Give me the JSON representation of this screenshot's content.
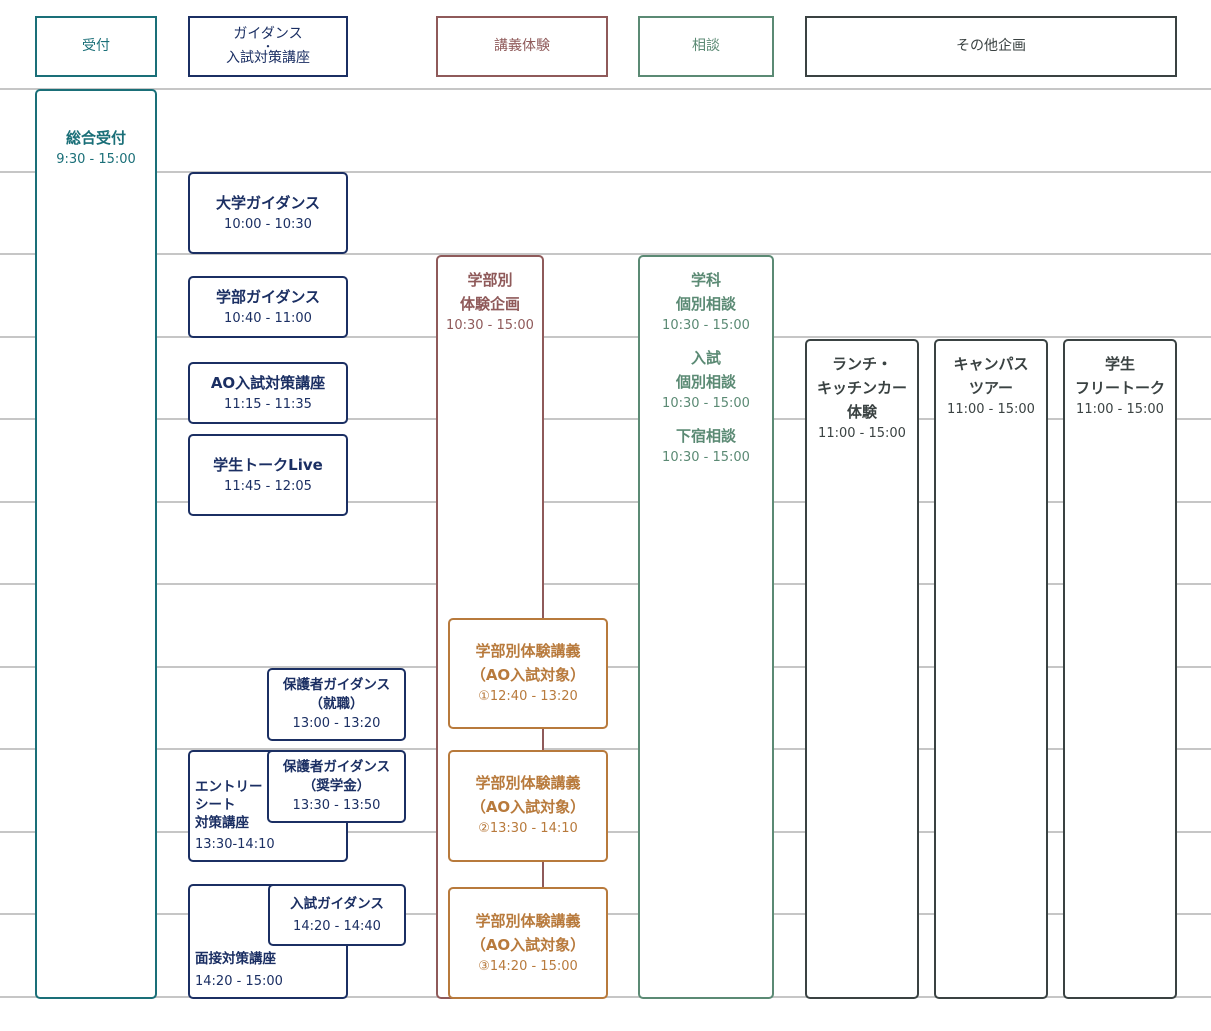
{
  "headers": {
    "reception": "受付",
    "guidance_line1": "ガイダンス",
    "guidance_line2": "・",
    "guidance_line3": "入試対策講座",
    "lecture": "講義体験",
    "consult": "相談",
    "other": "その他企画"
  },
  "reception": {
    "title": "総合受付",
    "time": "9:30 - 15:00"
  },
  "guidance": {
    "univ": {
      "title": "大学ガイダンス",
      "time": "10:00 - 10:30"
    },
    "faculty": {
      "title": "学部ガイダンス",
      "time": "10:40 - 11:00"
    },
    "ao": {
      "title": "AO入試対策講座",
      "time": "11:15 - 11:35"
    },
    "talk": {
      "title": "学生トークLive",
      "time": "11:45 - 12:05"
    },
    "parent_job": {
      "line1": "保護者ガイダンス",
      "line2": "（就職）",
      "time": "13:00 - 13:20"
    },
    "entry": {
      "line1": "エントリー",
      "line2": "シート",
      "line3": "対策講座",
      "time": "13:30-14:10"
    },
    "parent_scholar": {
      "line1": "保護者ガイダンス",
      "line2": "（奨学金）",
      "time": "13:30 - 13:50"
    },
    "interview": {
      "title": "面接対策講座",
      "time": "14:20 - 15:00"
    },
    "exam": {
      "title": "入試ガイダンス",
      "time": "14:20 - 14:40"
    }
  },
  "lecture": {
    "main": {
      "line1": "学部別",
      "line2": "体験企画",
      "time": "10:30 - 15:00"
    },
    "items": [
      {
        "line1": "学部別体験講義",
        "line2": "（AO入試対象）",
        "time": "①12:40 - 13:20"
      },
      {
        "line1": "学部別体験講義",
        "line2": "（AO入試対象）",
        "time": "②13:30 - 14:10"
      },
      {
        "line1": "学部別体験講義",
        "line2": "（AO入試対象）",
        "time": "③14:20 - 15:00"
      }
    ]
  },
  "consult": {
    "dept": {
      "line1": "学科",
      "line2": "個別相談",
      "time": "10:30 - 15:00"
    },
    "exam": {
      "line1": "入試",
      "line2": "個別相談",
      "time": "10:30 - 15:00"
    },
    "lodging": {
      "title": "下宿相談",
      "time": "10:30 - 15:00"
    }
  },
  "other": {
    "lunch": {
      "line1": "ランチ・",
      "line2": "キッチンカー",
      "line3": "体験",
      "time": "11:00 - 15:00"
    },
    "campus": {
      "line1": "キャンパス",
      "line2": "ツアー",
      "time": "11:00 - 15:00"
    },
    "free": {
      "line1": "学生",
      "line2": "フリートーク",
      "time": "11:00 - 15:00"
    }
  },
  "colors": {
    "reception": "#1a6f78",
    "guidance": "#1b2f63",
    "lecture": "#8f5a5a",
    "lecture_item": "#b87a3c",
    "consult": "#5b8a74",
    "other": "#3a4242",
    "gridline": "#c6c6c6"
  }
}
